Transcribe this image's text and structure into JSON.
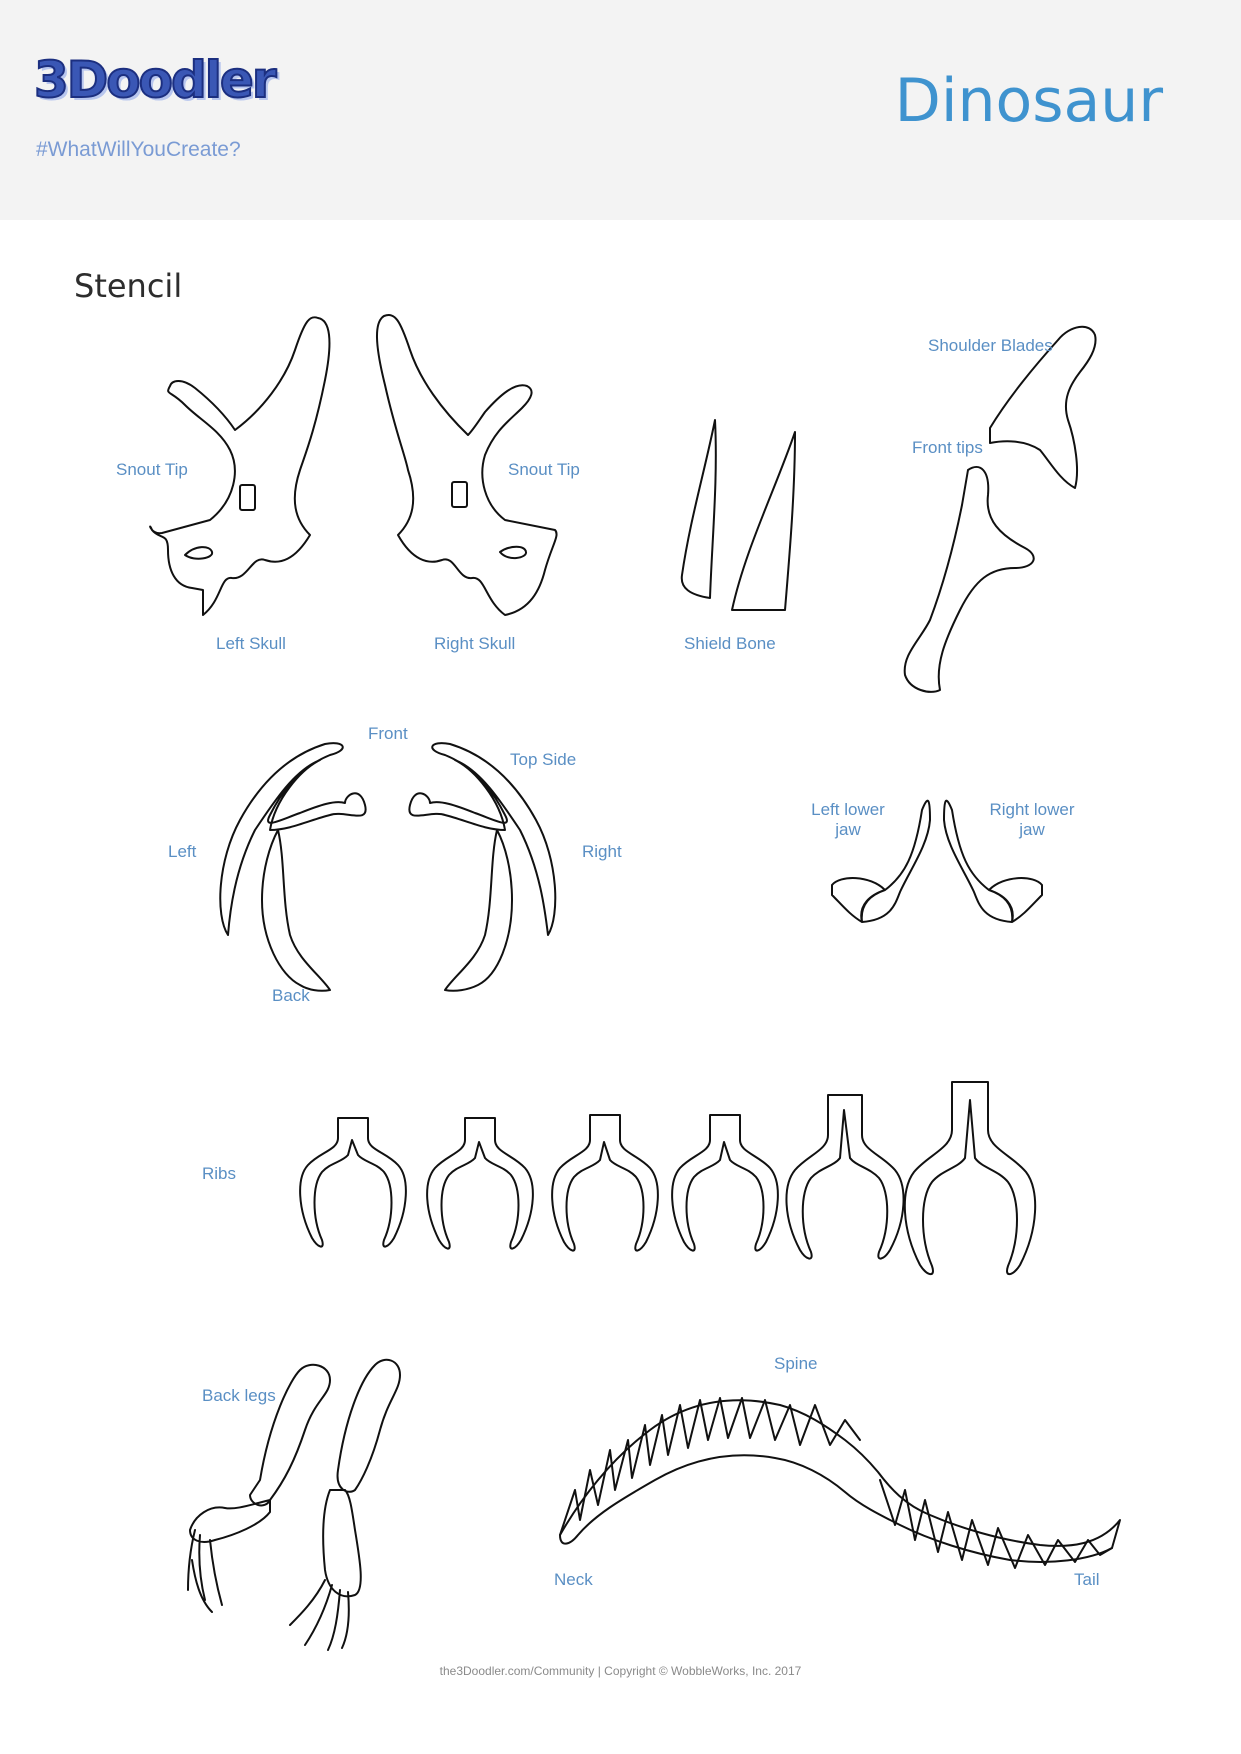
{
  "header": {
    "logo_text": "3Doodler",
    "tagline": "#WhatWillYouCreate?",
    "title": "Dinosaur"
  },
  "section_title": "Stencil",
  "labels": {
    "shoulder_blades": "Shoulder Blades",
    "front_tips": "Front tips",
    "snout_tip_left": "Snout Tip",
    "snout_tip_right": "Snout Tip",
    "left_skull": "Left Skull",
    "right_skull": "Right Skull",
    "shield_bone": "Shield Bone",
    "front": "Front",
    "top_side": "Top Side",
    "left": "Left",
    "right": "Right",
    "back": "Back",
    "left_lower_jaw": "Left lower jaw",
    "right_lower_jaw": "Right lower jaw",
    "ribs": "Ribs",
    "back_legs": "Back legs",
    "spine": "Spine",
    "neck": "Neck",
    "tail": "Tail"
  },
  "footer": "the3Doodler.com/Community | Copyright © WobbleWorks, Inc. 2017"
}
